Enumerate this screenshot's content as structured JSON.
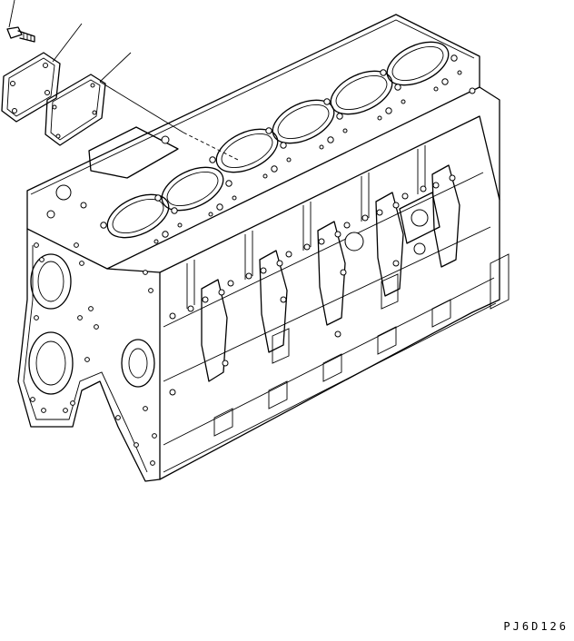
{
  "diagram": {
    "drawing_code": "PJ6D126",
    "parts": [
      "bolt",
      "cover",
      "gasket"
    ],
    "cylinder_count": 6
  }
}
